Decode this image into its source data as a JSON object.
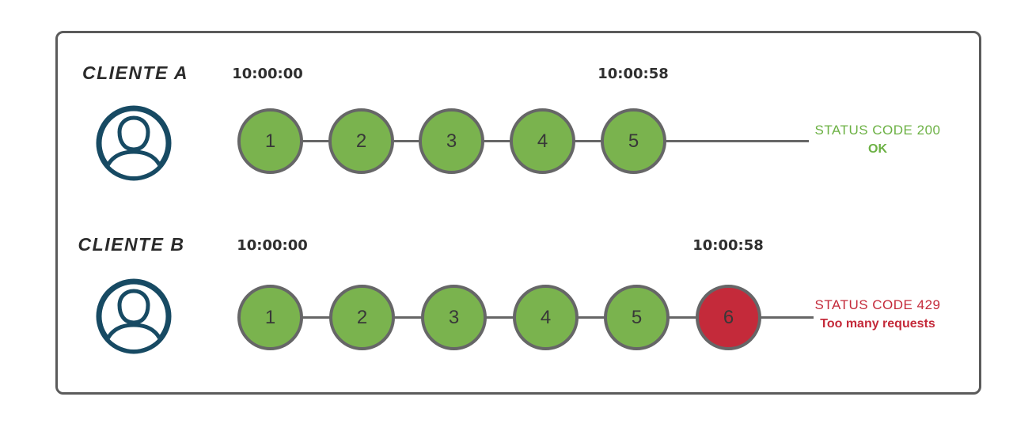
{
  "colors": {
    "request_ok_green": "#7ab34e",
    "request_blocked_red": "#c42a3a",
    "status_ok_text": "#6cb144",
    "status_error_text": "#c42a3a",
    "avatar_navy": "#174a63",
    "timeline_gray": "#666666",
    "frame_gray": "#5b5b5b",
    "text_dark": "#2f2f2f"
  },
  "rows": [
    {
      "client": "CLIENTE A",
      "start_time": "10:00:00",
      "end_time": "10:00:58",
      "requests": [
        {
          "label": "1",
          "status": "ok"
        },
        {
          "label": "2",
          "status": "ok"
        },
        {
          "label": "3",
          "status": "ok"
        },
        {
          "label": "4",
          "status": "ok"
        },
        {
          "label": "5",
          "status": "ok"
        }
      ],
      "status": {
        "line1": "STATUS CODE 200",
        "line2": "OK"
      }
    },
    {
      "client": "CLIENTE B",
      "start_time": "10:00:00",
      "end_time": "10:00:58",
      "requests": [
        {
          "label": "1",
          "status": "ok"
        },
        {
          "label": "2",
          "status": "ok"
        },
        {
          "label": "3",
          "status": "ok"
        },
        {
          "label": "4",
          "status": "ok"
        },
        {
          "label": "5",
          "status": "ok"
        },
        {
          "label": "6",
          "status": "rate-limited"
        }
      ],
      "status": {
        "line1": "STATUS CODE 429",
        "line2": "Too many requests"
      }
    }
  ],
  "icons": {
    "avatar": "user-icon"
  }
}
